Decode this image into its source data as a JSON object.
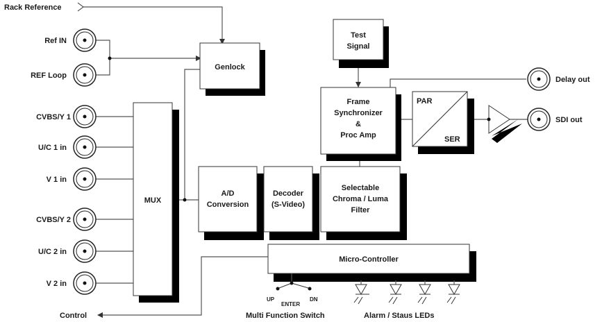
{
  "diagram": {
    "inputs": {
      "rack_reference": "Rack Reference",
      "ref_in": "Ref IN",
      "ref_loop": "REF Loop",
      "cvbs_y1": "CVBS/Y 1",
      "uc1_in": "U/C 1 in",
      "v1_in": "V 1 in",
      "cvbs_y2": "CVBS/Y 2",
      "uc2_in": "U/C 2 in",
      "v2_in": "V 2 in"
    },
    "blocks": {
      "genlock": "Genlock",
      "mux": "MUX",
      "ad_line1": "A/D",
      "ad_line2": "Conversion",
      "decoder_line1": "Decoder",
      "decoder_line2": "(S-Video)",
      "filter_line1": "Selectable",
      "filter_line2": "Chroma / Luma",
      "filter_line3": "Filter",
      "test_line1": "Test",
      "test_line2": "Signal",
      "frame_line1": "Frame",
      "frame_line2": "Synchronizer",
      "frame_line3": "&",
      "frame_line4": "Proc Amp",
      "par": "PAR",
      "ser": "SER",
      "micro_controller": "Micro-Controller"
    },
    "outputs": {
      "delay_out": "Delay out",
      "sdi_out": "SDI out"
    },
    "bottom": {
      "control": "Control",
      "multi_function_switch": "Multi Function Switch",
      "up": "UP",
      "enter": "ENTER",
      "dn": "DN",
      "alarm_leds": "Alarm / Staus LEDs"
    }
  }
}
